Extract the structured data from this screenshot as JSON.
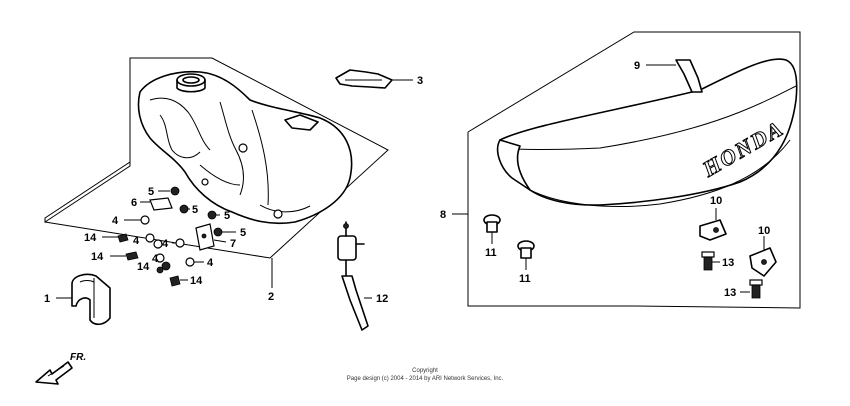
{
  "callouts": {
    "c1": "1",
    "c2": "2",
    "c3": "3",
    "c4a": "4",
    "c4b": "4",
    "c4c": "4",
    "c4d": "4",
    "c4e": "4",
    "c5a": "5",
    "c5b": "5",
    "c5c": "5",
    "c5d": "5",
    "c6": "6",
    "c7": "7",
    "c8": "8",
    "c9": "9",
    "c10a": "10",
    "c10b": "10",
    "c11a": "11",
    "c11b": "11",
    "c12": "12",
    "c13a": "13",
    "c13b": "13",
    "c14a": "14",
    "c14b": "14",
    "c14c": "14",
    "c14d": "14"
  },
  "direction_label": "FR.",
  "logo_text": "HONDA",
  "copyright": {
    "line1": "Copyright",
    "line2": "Page design (c) 2004 - 2014 by ARI Network Services, Inc."
  }
}
